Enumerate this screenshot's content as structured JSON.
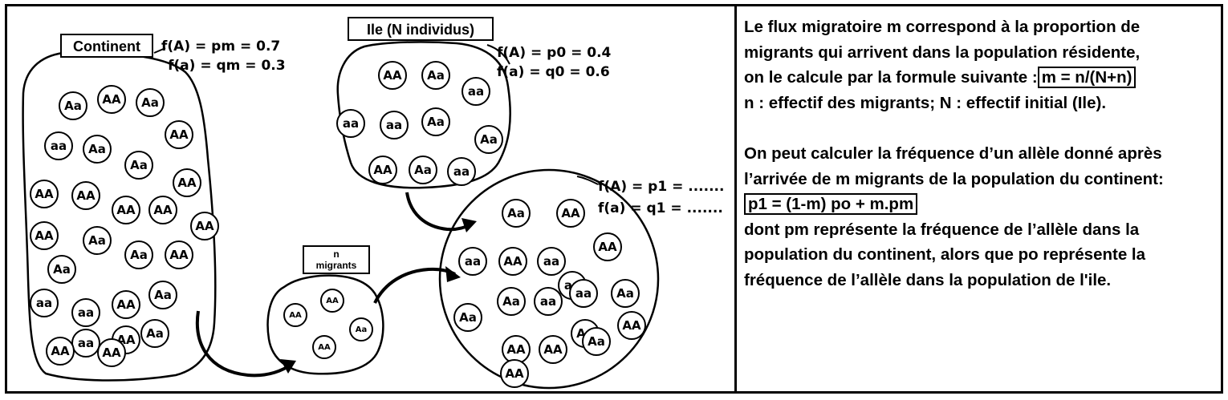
{
  "labels": {
    "continent": "Continent",
    "ile": "Ile (N individus)",
    "migrants_n": "n",
    "migrants_word": "migrants"
  },
  "freqs": {
    "continent_A": "f(A) = pm = 0.7",
    "continent_a": "f(a) = qm = 0.3",
    "ile_A": "f(A) = p0 = 0.4",
    "ile_a": "f(a) = q0 = 0.6",
    "new_A": "f(A) = p1 = .......",
    "new_a": "f(a) = q1 = ......."
  },
  "individuals": {
    "continent": [
      "Aa",
      "AA",
      "Aa",
      "AA",
      "aa",
      "Aa",
      "Aa",
      "AA",
      "AA",
      "AA",
      "AA",
      "AA",
      "AA",
      "AA",
      "Aa",
      "Aa",
      "AA",
      "Aa",
      "aa",
      "aa",
      "AA",
      "Aa",
      "aa",
      "AA",
      "Aa",
      "AA",
      "AA"
    ],
    "ile": [
      "AA",
      "Aa",
      "aa",
      "aa",
      "aa",
      "Aa",
      "Aa",
      "AA",
      "Aa",
      "aa"
    ],
    "migrants": [
      "AA",
      "AA",
      "AA",
      "Aa"
    ],
    "new_pop": [
      "Aa",
      "AA",
      "aa",
      "AA",
      "aa",
      "AA",
      "aa",
      "Aa",
      "aa",
      "aa",
      "Aa",
      "Aa",
      "Aa",
      "AA",
      "AA",
      "Aa",
      "AA",
      "AA"
    ]
  },
  "text": {
    "l1": "Le flux migratoire m correspond à la proportion de",
    "l2": "migrants qui arrivent dans la population résidente,",
    "l3": "on le calcule par la formule suivante :",
    "l3_formula": "m = n/(N+n)",
    "l4": "n : effectif des migrants; N : effectif initial (Ile).",
    "l5": "On peut calculer la fréquence d’un allèle donné après",
    "l6": "l’arrivée de m migrants de la population du continent:",
    "l7_formula": "p1 = (1-m) po + m.pm",
    "l8": "dont pm représente la fréquence de l’allèle dans la",
    "l9": "population du continent, alors que po représente la",
    "l10": "fréquence de l’allèle dans la population de l'ile."
  }
}
